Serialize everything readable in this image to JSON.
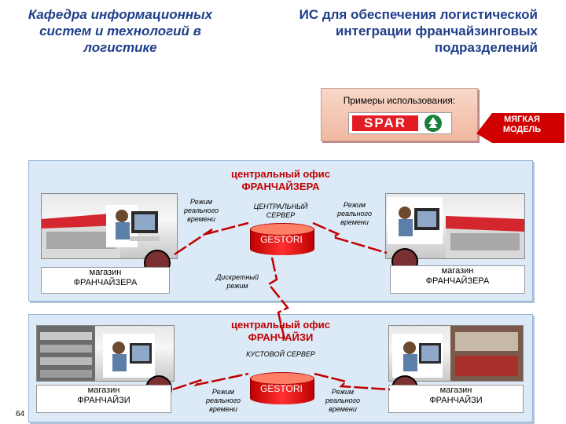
{
  "header": {
    "left_lines": [
      "Кафедра информационных",
      "систем и технологий в",
      "логистике"
    ],
    "right_lines": [
      "ИС для обеспечения логистической",
      "интеграции франчайзинговых",
      "подразделений"
    ]
  },
  "examples": {
    "label": "Примеры использования:",
    "spar_text": "SPAR",
    "model_lines": [
      "МЯГКАЯ",
      "МОДЕЛЬ"
    ]
  },
  "franchisor": {
    "office_lines": [
      "центральный офис",
      "ФРАНЧАЙЗЕРА"
    ],
    "server_lines": [
      "ЦЕНТРАЛЬНЫЙ",
      "СЕРВЕР"
    ],
    "db_label": "GESTORI",
    "realtime_left": [
      "Режим",
      "реального",
      "времени"
    ],
    "realtime_right": [
      "Режим",
      "реального",
      "времени"
    ],
    "store_left": [
      "магазин",
      "ФРАНЧАЙЗЕРА"
    ],
    "store_right": [
      "магазин",
      "ФРАНЧАЙЗЕРА"
    ]
  },
  "discrete": [
    "Дискретный",
    "режим"
  ],
  "franchisee": {
    "office_lines": [
      "центральный офис",
      "ФРАНЧАЙЗИ"
    ],
    "server_label": "КУСТОВОЙ СЕРВЕР",
    "db_label": "GESTORI",
    "realtime_left": [
      "Режим",
      "реального",
      "времени"
    ],
    "realtime_right": [
      "Режим",
      "реального",
      "времени"
    ],
    "store_left": [
      "магазин",
      "ФРАНЧАЙЗИ"
    ],
    "store_right": [
      "магазин",
      "ФРАНЧАЙЗИ"
    ]
  },
  "page_number": "64"
}
